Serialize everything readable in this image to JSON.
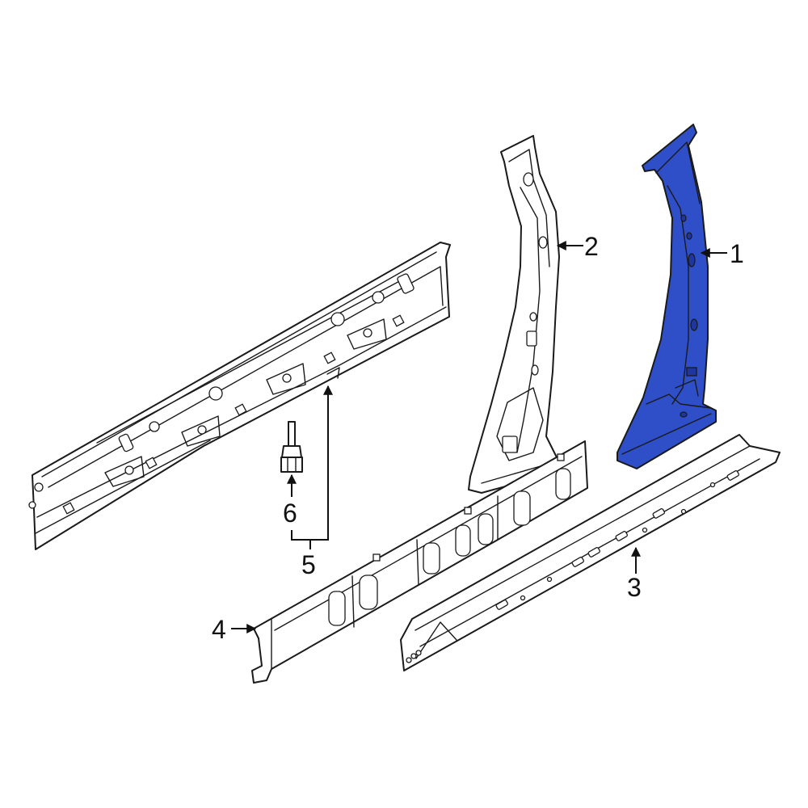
{
  "colors": {
    "highlight": "#2f4fc9",
    "highlight_dark": "#1f36a0",
    "line": "#1a1a1a"
  },
  "callouts": [
    {
      "id": "1",
      "label": "1"
    },
    {
      "id": "2",
      "label": "2"
    },
    {
      "id": "3",
      "label": "3"
    },
    {
      "id": "4",
      "label": "4"
    },
    {
      "id": "5",
      "label": "5"
    },
    {
      "id": "6",
      "label": "6"
    }
  ]
}
